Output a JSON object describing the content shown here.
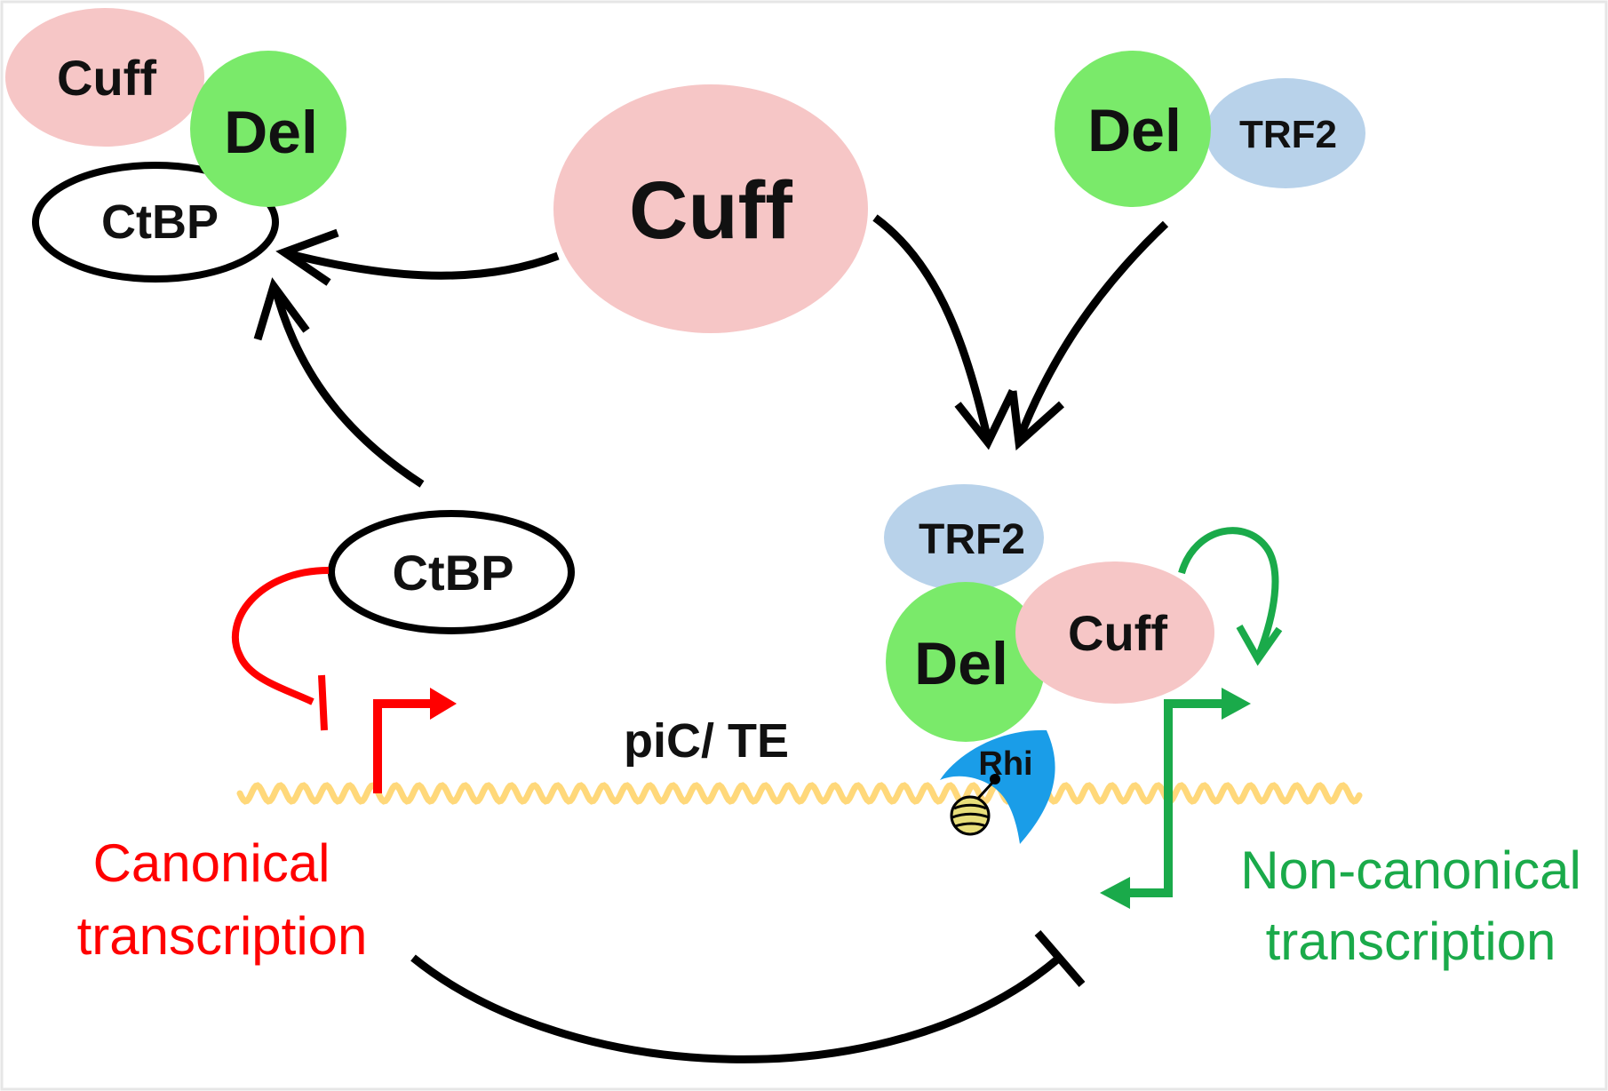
{
  "colors": {
    "cuff": "#f6c6c6",
    "del": "#7aea6a",
    "trf2": "#b8d2ea",
    "rhi": "#1a9de8",
    "dna": "#ffd87a",
    "canonical": "#ff0000",
    "noncanonical": "#1aaa4a",
    "arrow": "#000000"
  },
  "topleft_complex": {
    "cuff": "Cuff",
    "del": "Del",
    "ctbp": "CtBP"
  },
  "center": {
    "cuff": "Cuff"
  },
  "topright_complex": {
    "del": "Del",
    "trf2": "TRF2"
  },
  "lower_left": {
    "ctbp": "CtBP"
  },
  "lower_right_complex": {
    "trf2": "TRF2",
    "del": "Del",
    "cuff": "Cuff",
    "rhi": "Rhi"
  },
  "dna_label": "piC/ TE",
  "canonical": {
    "line1": "Canonical",
    "line2": "transcription"
  },
  "noncanonical": {
    "line1": "Non-canonical",
    "line2": "transcription"
  }
}
